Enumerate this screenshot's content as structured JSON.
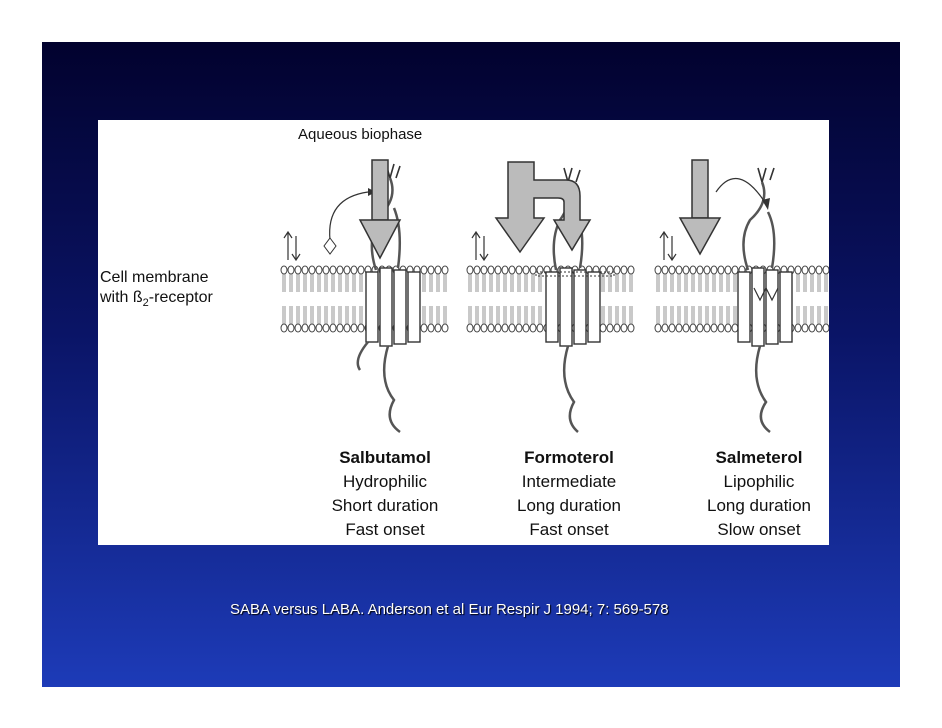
{
  "figure": {
    "aqueous_label": "Aqueous biophase",
    "membrane_label_line1": "Cell membrane",
    "membrane_label_line2_prefix": "with ß",
    "membrane_label_line2_sub": "2",
    "membrane_label_line2_suffix": "-receptor"
  },
  "drugs": [
    {
      "name": "Salbutamol",
      "property": "Hydrophilic",
      "duration": "Short duration",
      "onset": "Fast onset"
    },
    {
      "name": "Formoterol",
      "property": "Intermediate",
      "duration": "Long duration",
      "onset": "Fast onset"
    },
    {
      "name": "Salmeterol",
      "property": "Lipophilic",
      "duration": "Long duration",
      "onset": "Slow onset"
    }
  ],
  "caption": "SABA versus LABA. Anderson et al Eur Respir J 1994; 7: 569-578",
  "colors": {
    "slide_top": "#02022e",
    "slide_bottom": "#1d3bb8",
    "figure_bg": "#ffffff",
    "caption_text": "#ffffff"
  }
}
